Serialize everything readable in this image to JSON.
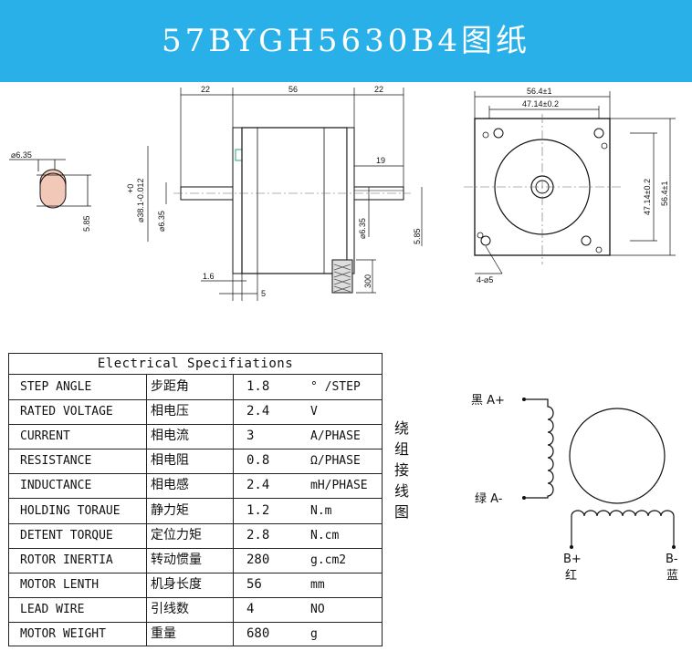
{
  "title": "57BYGH5630B4图纸",
  "drawing": {
    "side_view": {
      "dim_left_shaft": "22",
      "dim_body": "56",
      "dim_right_shaft": "22",
      "dim_flat": "19",
      "dim_flange": "1.6",
      "dim_lip": "5",
      "dim_lead": "300",
      "dim_boss": "⌀38.1-0.012",
      "dim_boss_tol": "+0",
      "dim_shaft_left": "⌀6.35",
      "dim_shaft_right": "⌀6.35",
      "dim_flat_depth": "5.85"
    },
    "shaft_section": {
      "dim_diameter": "⌀6.35",
      "dim_flat_depth": "5.85"
    },
    "front_view": {
      "dim_outer_width": "56.4±1",
      "dim_hole_width": "47.14±0.2",
      "dim_hole_height": "47.14±0.2",
      "dim_outer_height": "56.4±1",
      "dim_holes": "4-⌀5"
    }
  },
  "spec_table": {
    "header": "Electrical Specifiations",
    "rows": [
      {
        "en": "STEP ANGLE",
        "cn": "步距角",
        "value": "1.8",
        "unit": "° /STEP"
      },
      {
        "en": "RATED VOLTAGE",
        "cn": "相电压",
        "value": "2.4",
        "unit": "V"
      },
      {
        "en": "CURRENT",
        "cn": "相电流",
        "value": "3",
        "unit": "A/PHASE"
      },
      {
        "en": "RESISTANCE",
        "cn": "相电阻",
        "value": "0.8",
        "unit": "Ω/PHASE"
      },
      {
        "en": "INDUCTANCE",
        "cn": "相电感",
        "value": "2.4",
        "unit": "mH/PHASE"
      },
      {
        "en": "HOLDING TORAUE",
        "cn": "静力矩",
        "value": "1.2",
        "unit": "N.m"
      },
      {
        "en": "DETENT TORQUE",
        "cn": "定位力矩",
        "value": "2.8",
        "unit": "N.cm"
      },
      {
        "en": "ROTOR INERTIA",
        "cn": "转动惯量",
        "value": "280",
        "unit": "g.cm2"
      },
      {
        "en": "MOTOR LENTH",
        "cn": "机身长度",
        "value": "56",
        "unit": "mm"
      },
      {
        "en": "LEAD WIRE",
        "cn": "引线数",
        "value": "4",
        "unit": "NO"
      },
      {
        "en": "MOTOR WEIGHT",
        "cn": "重量",
        "value": "680",
        "unit": "g"
      }
    ]
  },
  "wiring": {
    "side_label": [
      "绕",
      "组",
      "接",
      "线",
      "图"
    ],
    "a_plus": "黑 A+",
    "a_minus": "绿 A-",
    "b_plus": "B+",
    "b_plus_color": "红",
    "b_minus": "B-",
    "b_minus_color": "蓝"
  },
  "colors": {
    "banner": "#2ab0e8",
    "title_text": "#ffffff"
  }
}
